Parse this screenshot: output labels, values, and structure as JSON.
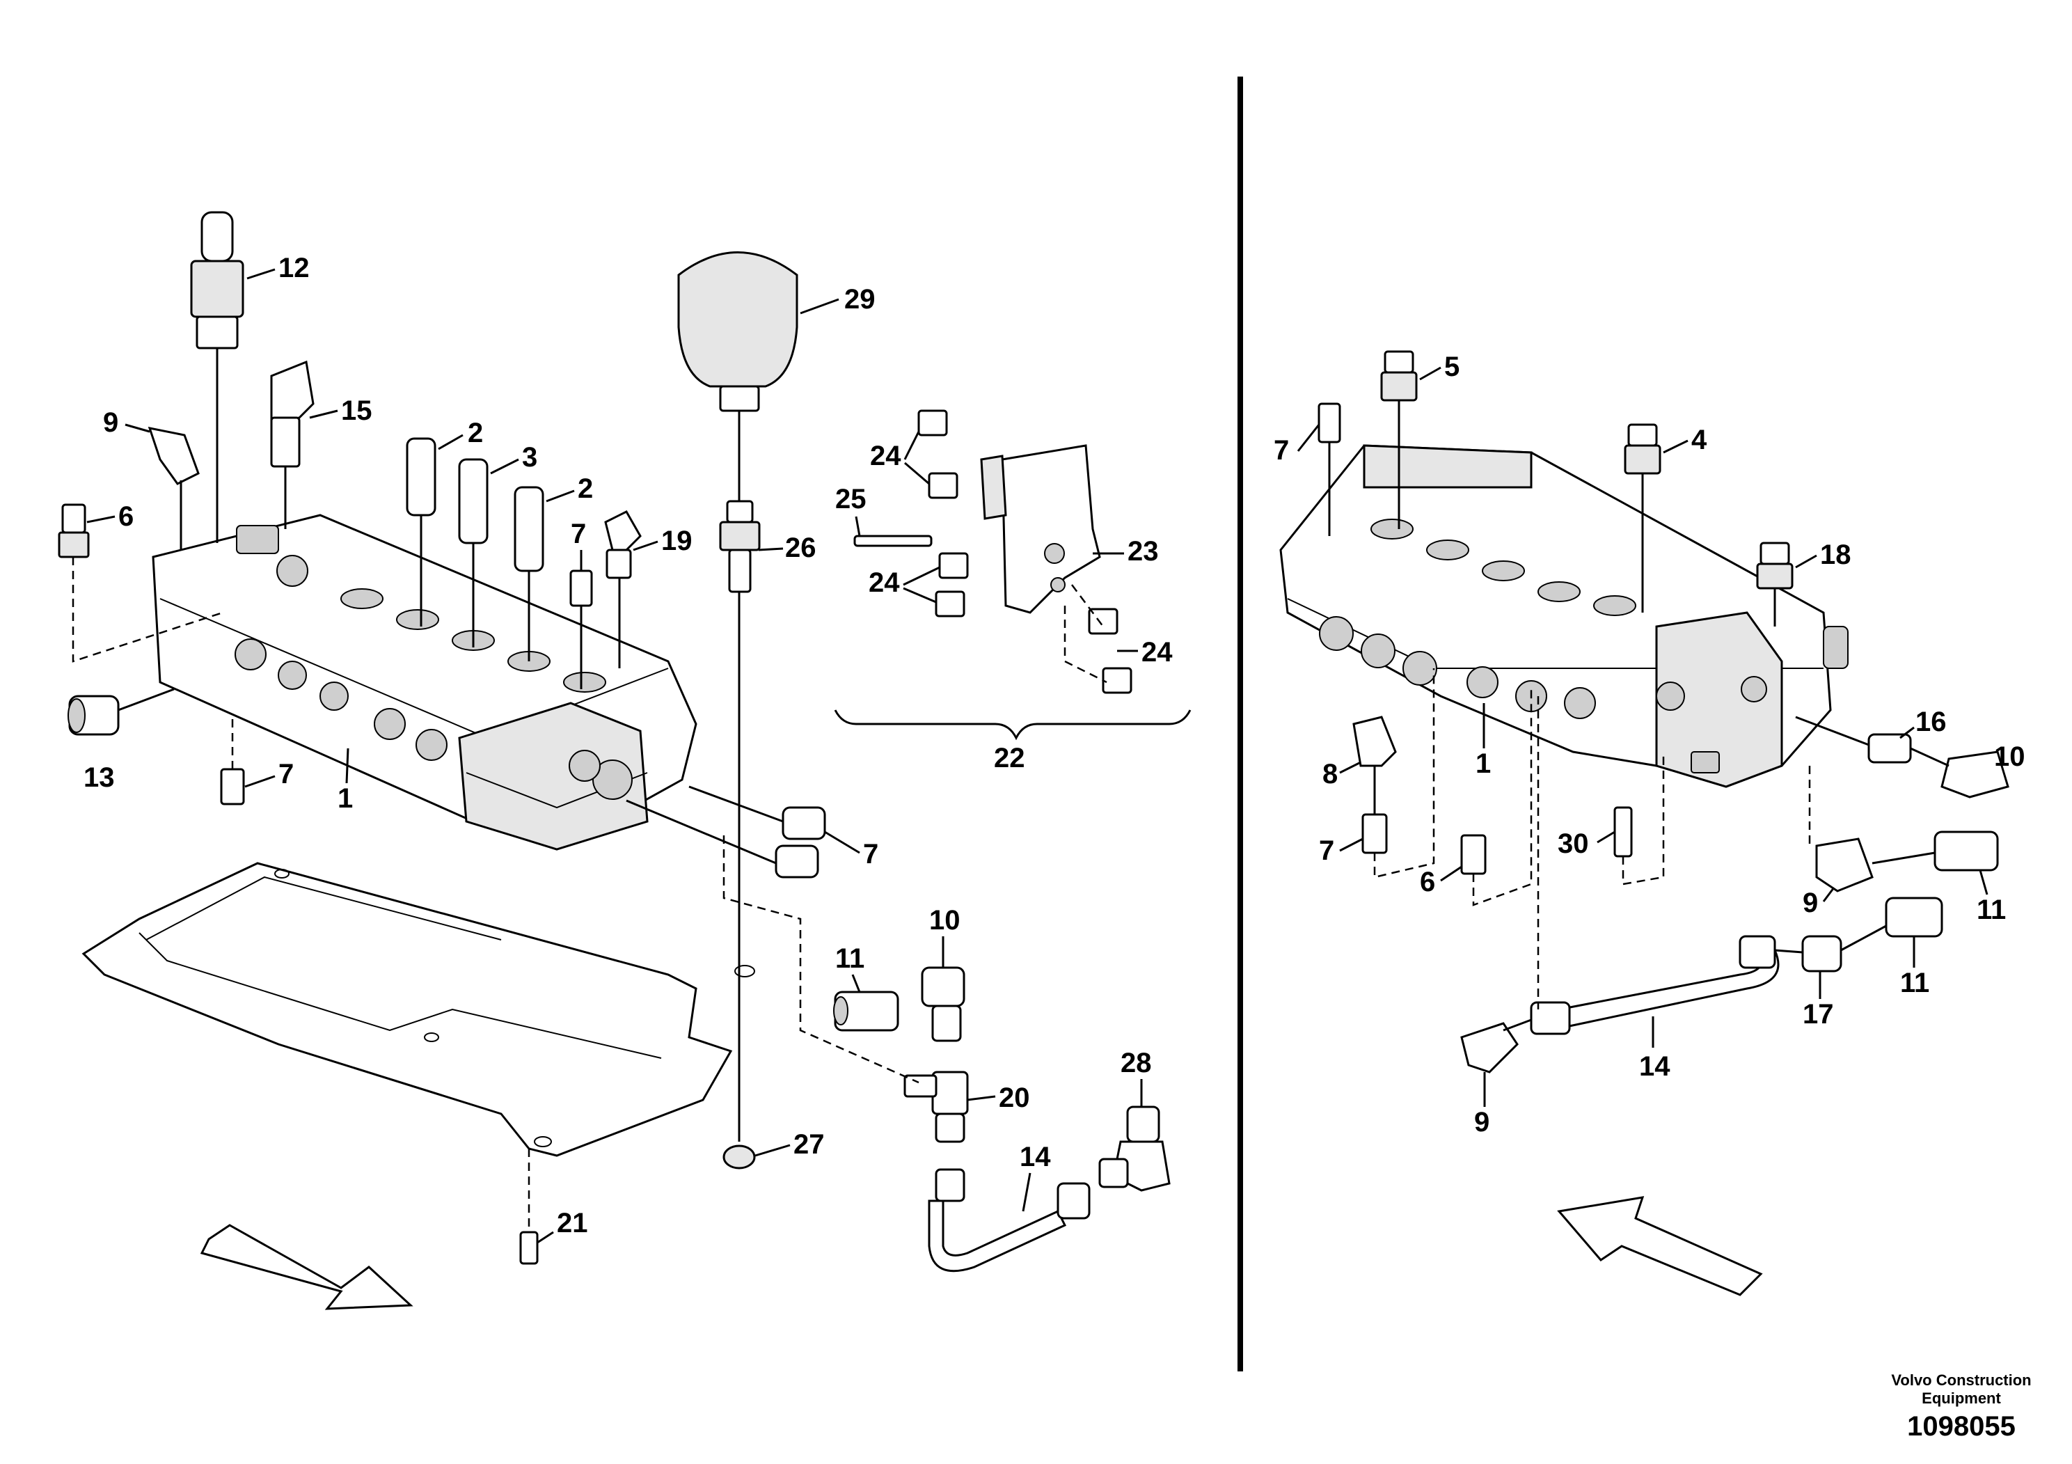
{
  "left_view": {
    "callouts": [
      "12",
      "29",
      "9",
      "15",
      "2",
      "3",
      "2",
      "6",
      "7",
      "19",
      "26",
      "1",
      "13",
      "7",
      "7",
      "7",
      "10",
      "11",
      "20",
      "28",
      "14",
      "21",
      "27",
      "22",
      "23",
      "24",
      "24",
      "24",
      "24",
      "25"
    ]
  },
  "right_view": {
    "callouts": [
      "5",
      "7",
      "4",
      "18",
      "1",
      "16",
      "10",
      "8",
      "7",
      "6",
      "30",
      "9",
      "11",
      "11",
      "17",
      "14",
      "9"
    ]
  },
  "footer": {
    "company_line1": "Volvo Construction",
    "company_line2": "Equipment",
    "drawing_number": "1098055"
  }
}
